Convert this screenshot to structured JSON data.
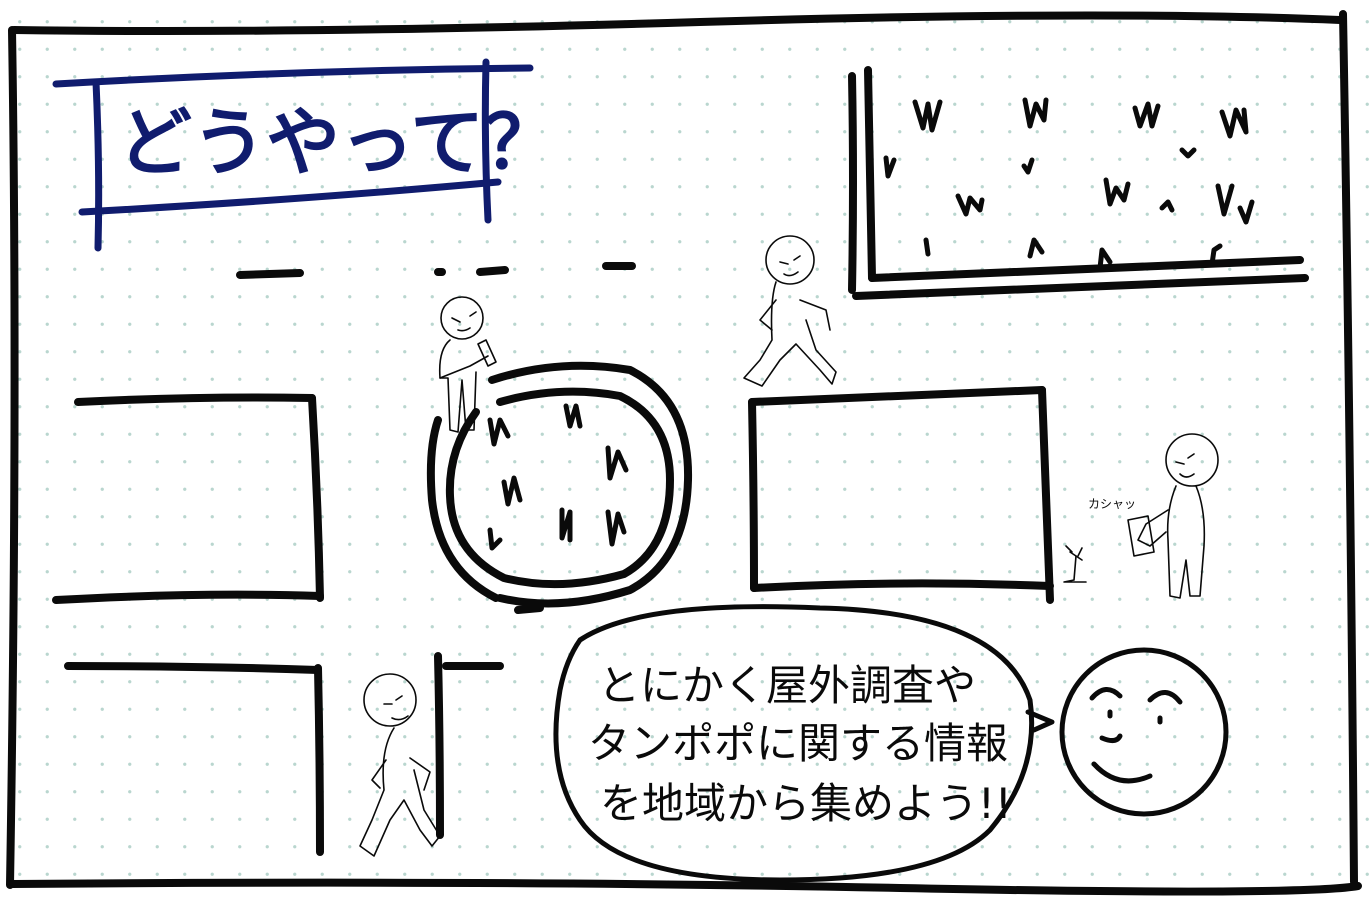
{
  "title": "どうやって？",
  "speech_bubble": {
    "lines": [
      "とにかく屋外調査や",
      "タンポポに関する情報",
      "を地域から集めよう!!"
    ]
  },
  "sound_effect": "カシャッ",
  "colors": {
    "title_ink": "#101c6e",
    "ink": "#0a0a0a",
    "dot_grid": "#b9d6cf",
    "background": "#ffffff"
  }
}
